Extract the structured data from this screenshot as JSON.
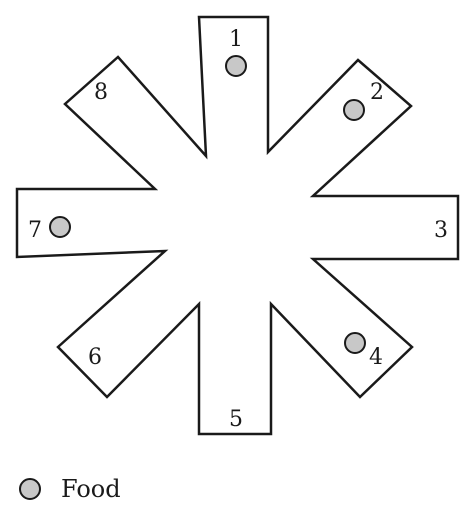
{
  "diagram": {
    "outline_color": "#1a1a1a",
    "food_fill": "#c8c8c8",
    "arms": [
      {
        "id": "1",
        "label": "1",
        "has_food": true
      },
      {
        "id": "2",
        "label": "2",
        "has_food": true
      },
      {
        "id": "3",
        "label": "3",
        "has_food": false
      },
      {
        "id": "4",
        "label": "4",
        "has_food": true
      },
      {
        "id": "5",
        "label": "5",
        "has_food": false
      },
      {
        "id": "6",
        "label": "6",
        "has_food": false
      },
      {
        "id": "7",
        "label": "7",
        "has_food": true
      },
      {
        "id": "8",
        "label": "8",
        "has_food": false
      }
    ]
  },
  "legend": {
    "label": "Food",
    "marker_icon": "food-circle-icon"
  }
}
